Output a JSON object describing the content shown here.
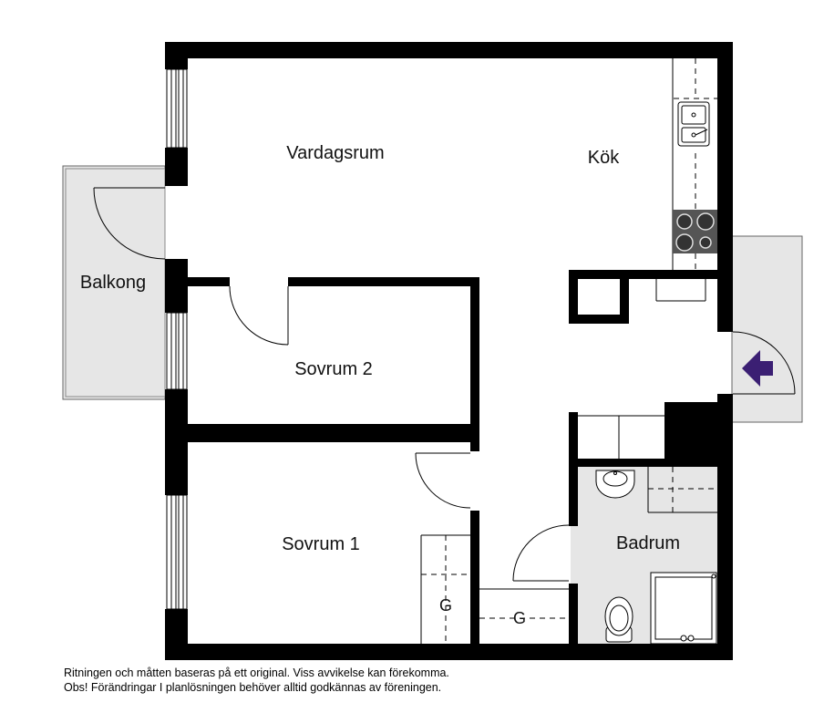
{
  "rooms": {
    "vardagsrum": "Vardagsrum",
    "kok": "Kök",
    "balkong": "Balkong",
    "sovrum2": "Sovrum 2",
    "sovrum1": "Sovrum 1",
    "badrum": "Badrum"
  },
  "closets": {
    "g1": "G",
    "g2": "G"
  },
  "footer": {
    "line1": "Ritningen och måtten baseras på ett original. Viss avvikelse kan förekomma.",
    "line2": "Obs! Förändringar I planlösningen behöver alltid godkännas av föreningen."
  },
  "colors": {
    "wall": "#000000",
    "balcony_fill": "#e6e6e6",
    "bathroom_fill": "#e6e6e6",
    "entrance_arrow": "#3b1f73"
  },
  "icons": [
    "sink-icon",
    "stove-icon",
    "washbasin-icon",
    "toilet-icon",
    "shower-icon",
    "entrance-arrow-icon"
  ]
}
